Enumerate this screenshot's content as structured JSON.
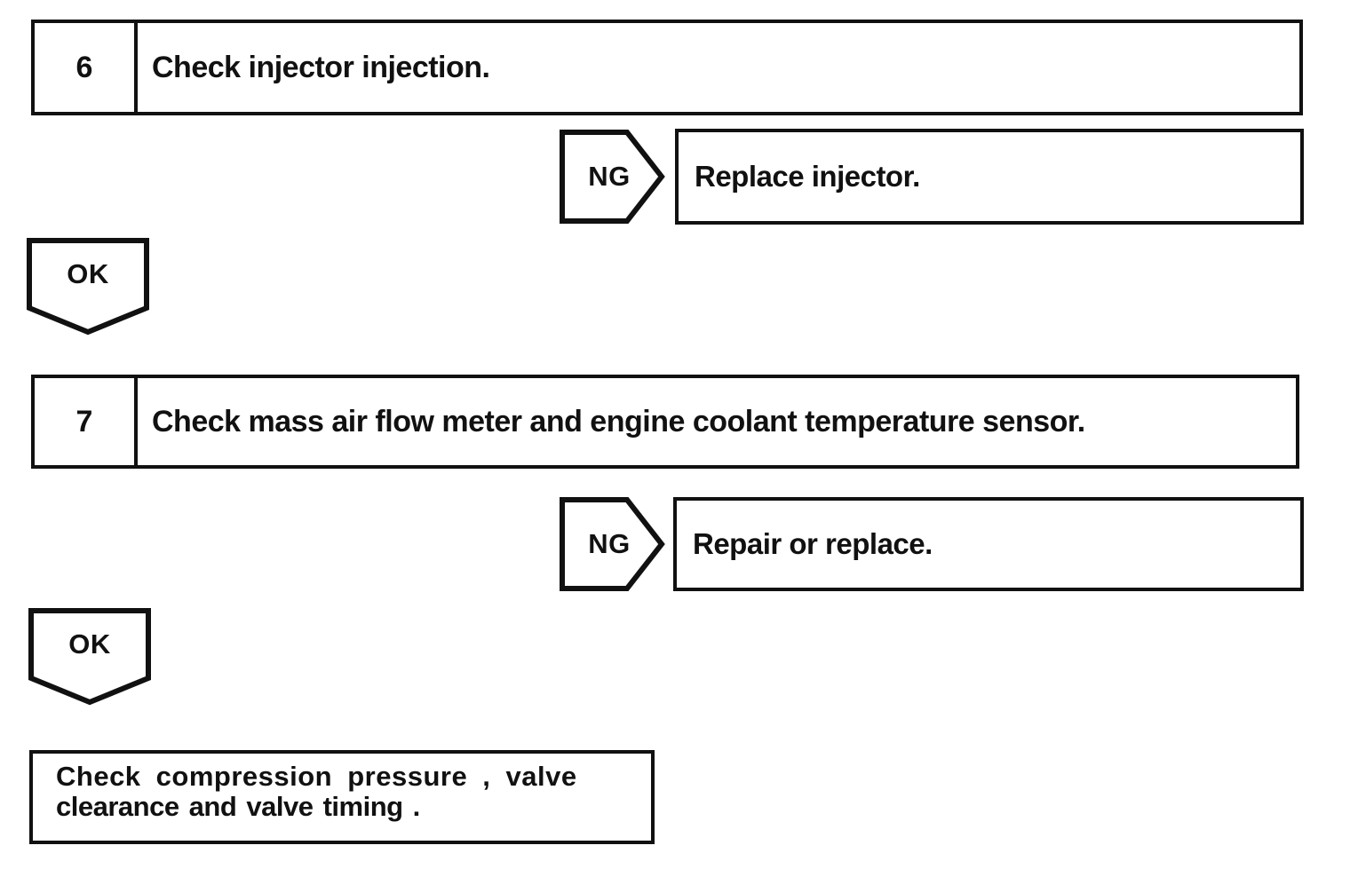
{
  "page": {
    "background": "#ffffff",
    "line_color": "#111111"
  },
  "flowchart": {
    "steps": [
      {
        "number": "6",
        "instruction": "Check injector injection.",
        "ng_label": "NG",
        "ng_action": "Replace injector.",
        "ok_label": "OK"
      },
      {
        "number": "7",
        "instruction": "Check mass air flow meter and engine coolant temperature sensor.",
        "ng_label": "NG",
        "ng_action": "Repair or replace.",
        "ok_label": "OK"
      }
    ],
    "terminal": {
      "line1": "Check compression pressure , valve",
      "line2": "clearance and valve timing ."
    }
  }
}
